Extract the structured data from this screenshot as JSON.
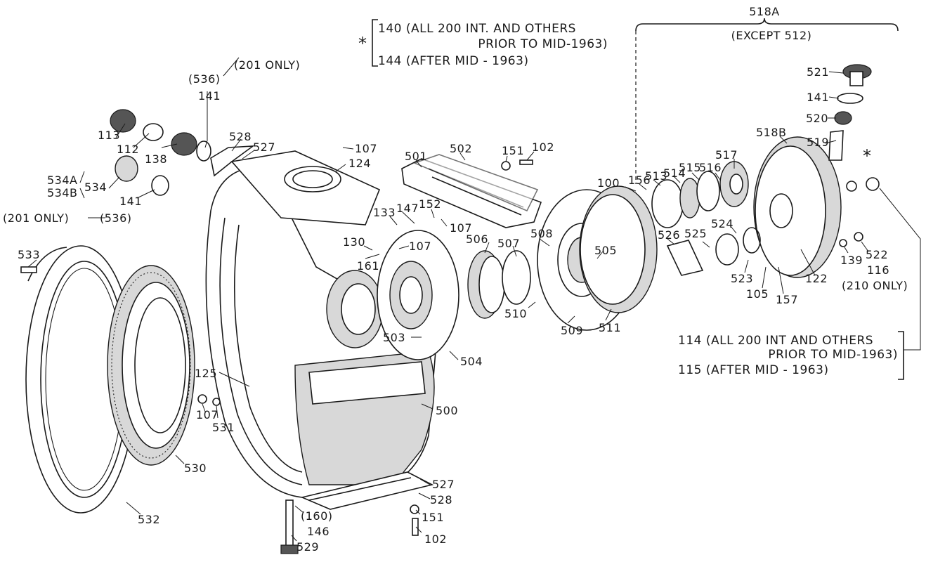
{
  "note_top": {
    "star": "*",
    "line1": "140 (ALL 200 INT. AND OTHERS",
    "line2": "PRIOR TO MID-1963)",
    "line3": "144 (AFTER MID - 1963)"
  },
  "note_right": {
    "line1": "114 (ALL 200 INT AND OTHERS",
    "line2": "PRIOR TO MID-1963)",
    "line3": "115 (AFTER MID - 1963)"
  },
  "group": {
    "label": "518A",
    "sublabel": "(EXCEPT 512)"
  },
  "labels": {
    "l536a": "(536)",
    "l201a": "(201 ONLY)",
    "l141a": "141",
    "l113": "113",
    "l112": "112",
    "l138": "138",
    "l534a": "534A",
    "l534b": "534B",
    "l534": "534",
    "l141b": "141",
    "l201b": "(201 ONLY)",
    "l536b": "(536)",
    "l533": "533",
    "l528a": "528",
    "l527a": "527",
    "l107a": "107",
    "l124": "124",
    "l501": "501",
    "l502": "502",
    "l151a": "151",
    "l102a": "102",
    "l133": "133",
    "l147": "147",
    "l152": "152",
    "l107b": "107",
    "l130": "130",
    "l107c": "107",
    "l161": "161",
    "l506": "506",
    "l507": "507",
    "l508": "508",
    "l505": "505",
    "l510": "510",
    "l509": "509",
    "l511": "511",
    "l503": "503",
    "l504": "504",
    "l125": "125",
    "l500": "500",
    "l107d": "107",
    "l531": "531",
    "l530": "530",
    "l532": "532",
    "l527b": "527",
    "l528b": "528",
    "l160": "(160)",
    "l146": "146",
    "l529": "529",
    "l151b": "151",
    "l102b": "102",
    "l100": "100",
    "l156": "156",
    "l513": "513",
    "l514": "514",
    "l515": "515",
    "l516": "516",
    "l517": "517",
    "l518b": "518B",
    "l519": "519",
    "l520": "520",
    "l141c": "141",
    "l521": "521",
    "lstar": "*",
    "l526": "526",
    "l525": "525",
    "l524": "524",
    "l523": "523",
    "l105": "105",
    "l157": "157",
    "l122": "122",
    "l139": "139",
    "l522": "522",
    "l116": "116",
    "l210": "(210 ONLY)"
  }
}
